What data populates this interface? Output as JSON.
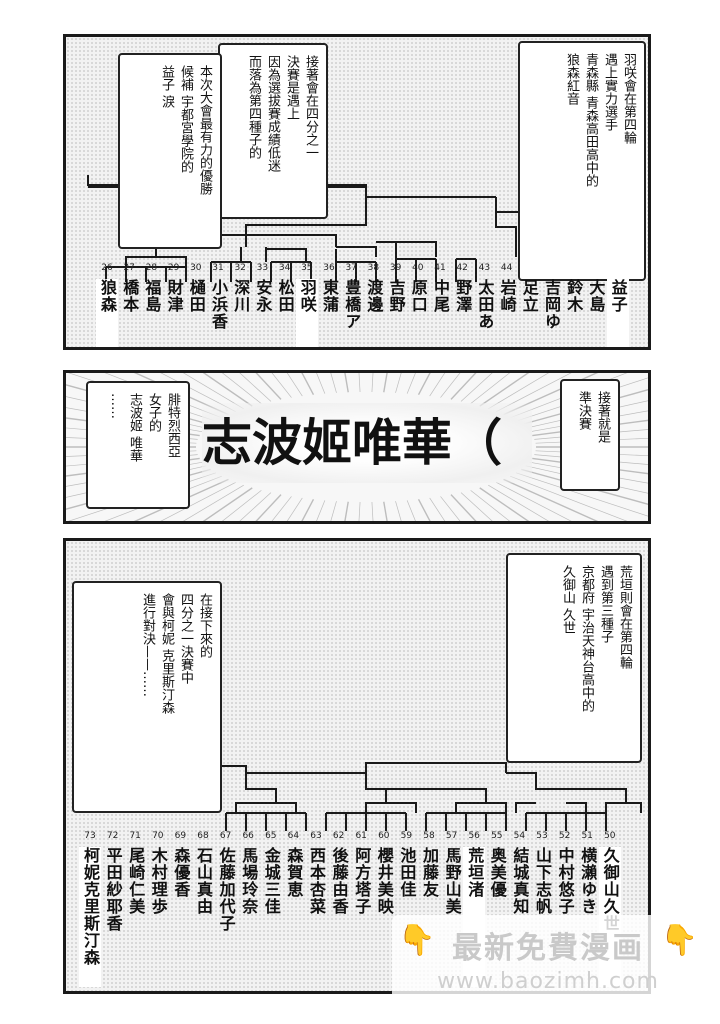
{
  "panel1": {
    "bubble_right": [
      "羽咲會在第四輪",
      "遇上實力選手",
      "青森縣 青森高田高中的",
      "狼森紅音"
    ],
    "bubble_mid": [
      "接著會在四分之一",
      "決賽是遇上",
      "因為選拔賽成績低迷",
      "而落為第四種子的"
    ],
    "bubble_left": [
      "本次大會最有力的優勝",
      "候補 宇都宮學院的",
      "益子 淚"
    ],
    "seeds": [
      "26",
      "27",
      "28",
      "29",
      "30",
      "31",
      "32",
      "33",
      "34",
      "35",
      "36",
      "37",
      "38",
      "39",
      "40",
      "41",
      "42",
      "43",
      "44"
    ],
    "names": [
      "狼森",
      "橋本",
      "福島",
      "財津",
      "樋田",
      "小浜香",
      "深川",
      "安永",
      "松田",
      "羽咲",
      "東蒲",
      "豊橋ア",
      "渡邊",
      "吉野",
      "原口",
      "中尾",
      "野澤",
      "太田あ",
      "岩崎",
      "足立",
      "吉岡ゆ",
      "鈴木",
      "大島",
      "益子"
    ]
  },
  "panel2": {
    "bubble_right": [
      "接著就是",
      "準決賽"
    ],
    "title": "志波姬唯華（",
    "bubble_left": [
      "腓特烈西亞",
      "女子的",
      "志波姬 唯華",
      "……"
    ]
  },
  "panel3": {
    "bubble_right": [
      "荒垣則會在第四輪",
      "遇到第三種子",
      "京都府 宇治天神台高中的",
      "久御山 久世"
    ],
    "bubble_left": [
      "在接下來的",
      "四分之一決賽中",
      "會與柯妮 克里斯汀森",
      "進行對決——……"
    ],
    "seeds": [
      "73",
      "72",
      "71",
      "70",
      "69",
      "68",
      "67",
      "66",
      "65",
      "64",
      "63",
      "62",
      "61",
      "60",
      "59",
      "58",
      "57",
      "56",
      "55",
      "54",
      "53",
      "52",
      "51",
      "50"
    ],
    "names": [
      "柯妮克里斯汀森",
      "平田紗耶香",
      "尾崎仁美",
      "木村理歩",
      "森優香",
      "石山真由",
      "佐藤加代子",
      "馬場玲奈",
      "金城三佳",
      "森賀恵",
      "西本杏菜",
      "後藤由香",
      "阿方塔子",
      "櫻井美映",
      "池田佳",
      "加藤友",
      "馬野山美",
      "荒垣渚",
      "奥美優",
      "結城真知",
      "山下志帆",
      "中村悠子",
      "横瀨ゆき",
      "久御山久世"
    ]
  },
  "watermark": {
    "main": "最新免費漫画",
    "url": "www.baozimh.com",
    "hand_icon": "👇"
  },
  "colors": {
    "ink": "#111111",
    "screentone": "#cfcfcf",
    "paper": "#ffffff"
  }
}
